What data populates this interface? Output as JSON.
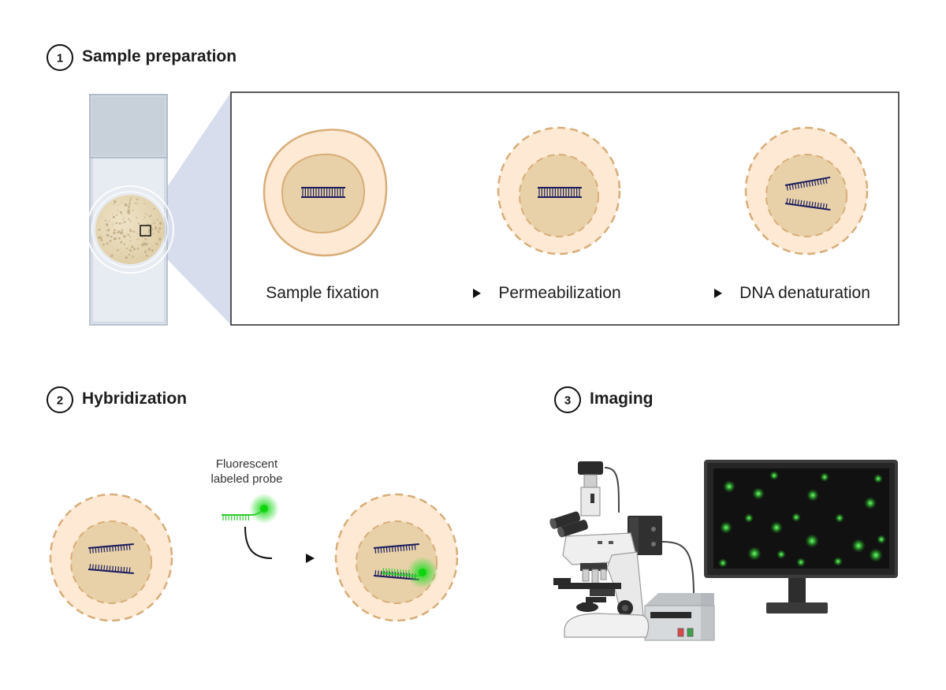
{
  "steps": [
    {
      "number": "1",
      "title": "Sample preparation"
    },
    {
      "number": "2",
      "title": "Hybridization"
    },
    {
      "number": "3",
      "title": "Imaging"
    }
  ],
  "stages": [
    {
      "label": "Sample fixation"
    },
    {
      "label": "Permeabilization"
    },
    {
      "label": "DNA denaturation"
    }
  ],
  "probe": {
    "line1": "Fluorescent",
    "line2": "labeled probe"
  },
  "colors": {
    "cytoplasm": "#fde9d4",
    "nucleus": "#e8d1a8",
    "membrane": "#d8ad78",
    "dna": "#1b1d5e",
    "probe": "#2fc92f",
    "glow": "#12e012",
    "slide": "#d9e0e8",
    "zoom": "#c9d2e6"
  },
  "icons": [
    "microscope-icon",
    "monitor-icon",
    "controller-box-icon",
    "slide-icon"
  ]
}
